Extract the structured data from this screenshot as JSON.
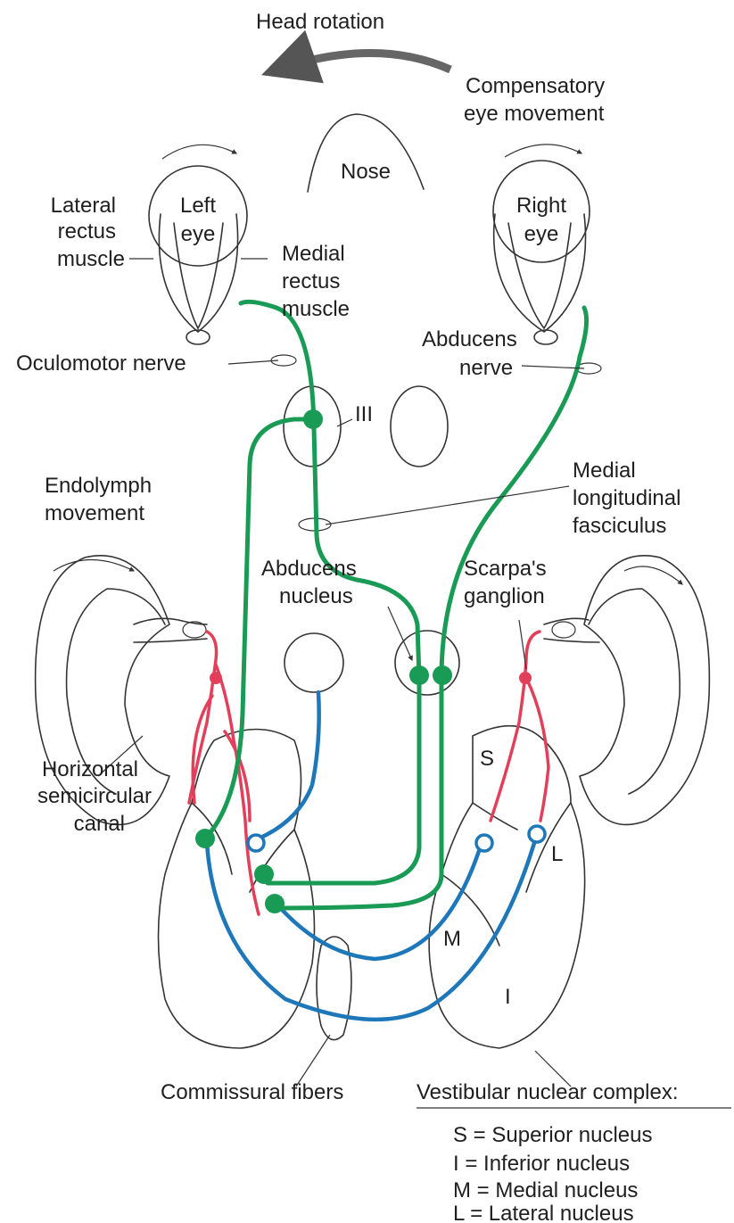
{
  "labels": {
    "head_rotation": "Head rotation",
    "compensatory_1": "Compensatory",
    "compensatory_2": "eye movement",
    "nose": "Nose",
    "left_eye_1": "Left",
    "left_eye_2": "eye",
    "right_eye_1": "Right",
    "right_eye_2": "eye",
    "lateral_rectus_1": "Lateral",
    "lateral_rectus_2": "rectus",
    "lateral_rectus_3": "muscle",
    "medial_rectus_1": "Medial",
    "medial_rectus_2": "rectus",
    "medial_rectus_3": "muscle",
    "oculomotor_nerve": "Oculomotor nerve",
    "abducens_nerve_1": "Abducens",
    "abducens_nerve_2": "nerve",
    "cn3": "III",
    "endolymph_1": "Endolymph",
    "endolymph_2": "movement",
    "mlf_1": "Medial",
    "mlf_2": "longitudinal",
    "mlf_3": "fasciculus",
    "abducens_nucleus_1": "Abducens",
    "abducens_nucleus_2": "nucleus",
    "scarpa_1": "Scarpa's",
    "scarpa_2": "ganglion",
    "hsc_1": "Horizontal",
    "hsc_2": "semicircular",
    "hsc_3": "canal",
    "nucleus_s": "S",
    "nucleus_l": "L",
    "nucleus_m": "M",
    "nucleus_i": "I",
    "commissural": "Commissural fibers",
    "vnc_title": "Vestibular nuclear complex:"
  },
  "legend": [
    "S = Superior nucleus",
    "I = Inferior nucleus",
    "M = Medial nucleus",
    "L = Lateral nucleus"
  ],
  "colors": {
    "excitatory_pathway": "#1a9b55",
    "afferent_fibers": "#e2405a",
    "inhibitory_pathway": "#1d77b9",
    "outline": "#333333"
  }
}
